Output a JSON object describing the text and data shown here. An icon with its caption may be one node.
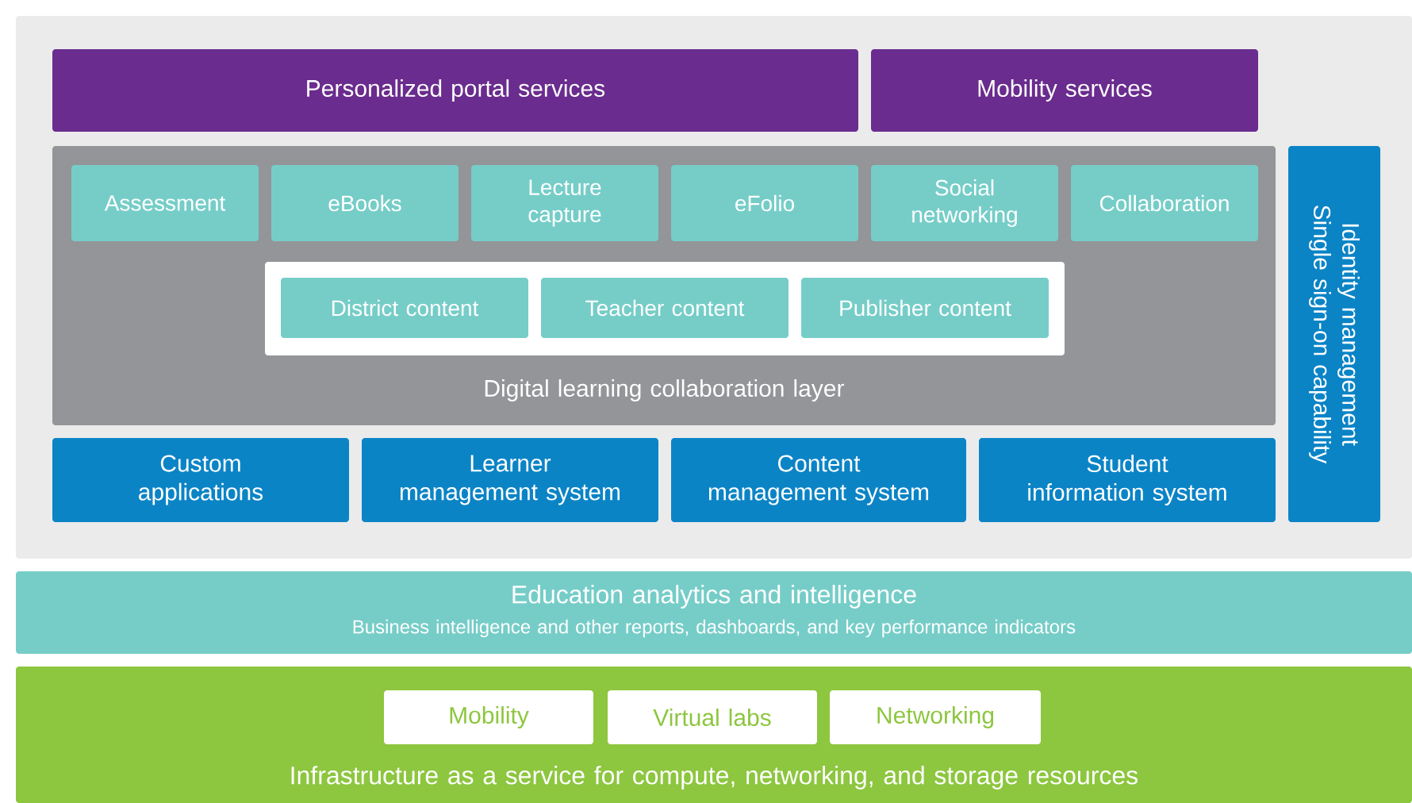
{
  "diagram": {
    "nodes": [
      {
        "text": [],
        "shape": "box"
      },
      {
        "text": [
          "Personalized portal services"
        ],
        "in": 0
      },
      {
        "text": [
          "Mobility services"
        ],
        "in": 0
      },
      {
        "text": [
          "Digital learning collaboration layer"
        ],
        "in": 0
      },
      {
        "text": [
          "Assessment"
        ],
        "in": 3
      },
      {
        "text": [
          "eBooks"
        ],
        "in": 3
      },
      {
        "text": [
          "Lecture capture"
        ],
        "in": 3
      },
      {
        "text": [
          "eFolio"
        ],
        "in": 3
      },
      {
        "text": [
          "Social networking"
        ],
        "in": 3
      },
      {
        "text": [
          "Collaboration"
        ],
        "in": 3
      },
      {
        "text": [],
        "shape": "box",
        "in": 3
      },
      {
        "text": [
          "District content"
        ],
        "in": 10
      },
      {
        "text": [
          "Teacher content"
        ],
        "in": 10
      },
      {
        "text": [
          "Publisher content"
        ],
        "in": 10
      },
      {
        "text": [
          "Custom applications"
        ],
        "in": 0
      },
      {
        "text": [
          "Learner management system"
        ],
        "in": 0
      },
      {
        "text": [
          "Content management system"
        ],
        "in": 0
      },
      {
        "text": [
          "Student information system"
        ],
        "in": 0
      },
      {
        "text": [
          "Identity management Single sign-on capability"
        ],
        "in": 0
      },
      {
        "text": [
          "Education analytics and intelligence",
          "Business intelligence and other reports, dashboards, and key performance indicators"
        ]
      },
      {
        "text": [
          "Infrastructure as a service for compute, networking, and storage resources"
        ]
      },
      {
        "text": [
          "Mobility"
        ],
        "in": 20
      },
      {
        "text": [
          "Virtual labs"
        ],
        "in": 20
      },
      {
        "text": [
          "Networking"
        ],
        "in": 20
      }
    ]
  }
}
